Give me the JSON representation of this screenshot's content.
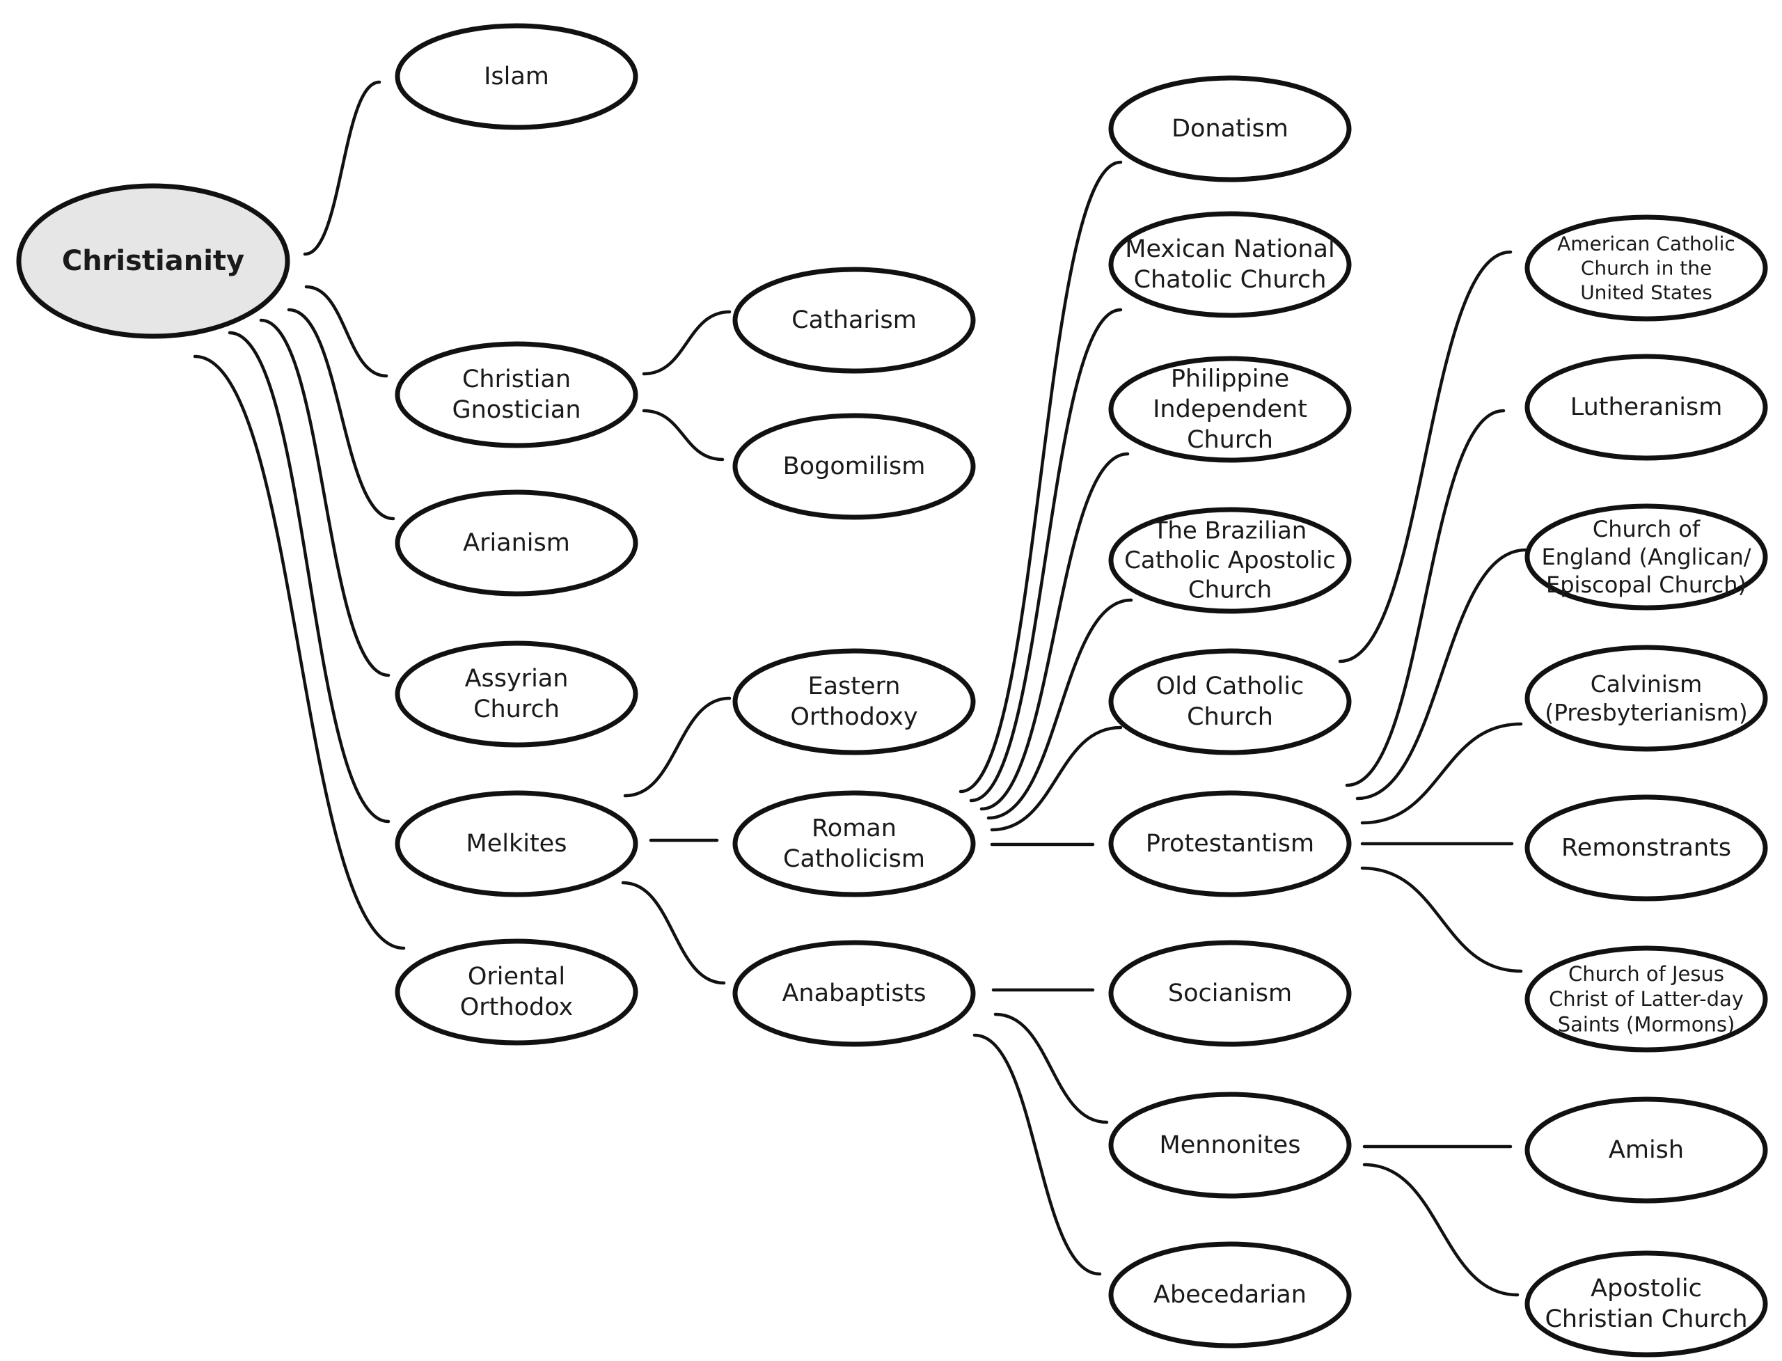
{
  "diagram": {
    "type": "mind-map",
    "root": "christianity",
    "nodes": [
      {
        "id": "christianity",
        "lines": [
          "Christianity"
        ],
        "root": true
      },
      {
        "id": "islam",
        "lines": [
          "Islam"
        ]
      },
      {
        "id": "christian-gnostician",
        "lines": [
          "Christian",
          "Gnostician"
        ]
      },
      {
        "id": "arianism",
        "lines": [
          "Arianism"
        ]
      },
      {
        "id": "assyrian-church",
        "lines": [
          "Assyrian",
          "Church"
        ]
      },
      {
        "id": "melkites",
        "lines": [
          "Melkites"
        ]
      },
      {
        "id": "oriental-orthodox",
        "lines": [
          "Oriental",
          "Orthodox"
        ]
      },
      {
        "id": "catharism",
        "lines": [
          "Catharism"
        ]
      },
      {
        "id": "bogomilism",
        "lines": [
          "Bogomilism"
        ]
      },
      {
        "id": "eastern-orthodoxy",
        "lines": [
          "Eastern",
          "Orthodoxy"
        ]
      },
      {
        "id": "roman-catholicism",
        "lines": [
          "Roman",
          "Catholicism"
        ]
      },
      {
        "id": "anabaptists",
        "lines": [
          "Anabaptists"
        ]
      },
      {
        "id": "donatism",
        "lines": [
          "Donatism"
        ]
      },
      {
        "id": "mexican-national-catholic-church",
        "lines": [
          "Mexican National",
          "Chatolic Church"
        ]
      },
      {
        "id": "philippine-independent-church",
        "lines": [
          "Philippine",
          "Independent",
          "Church"
        ]
      },
      {
        "id": "brazilian-catholic-apostolic-church",
        "lines": [
          "The Brazilian",
          "Catholic Apostolic",
          "Church"
        ]
      },
      {
        "id": "old-catholic-church",
        "lines": [
          "Old Catholic",
          "Church"
        ]
      },
      {
        "id": "protestantism",
        "lines": [
          "Protestantism"
        ]
      },
      {
        "id": "socianism",
        "lines": [
          "Socianism"
        ]
      },
      {
        "id": "mennonites",
        "lines": [
          "Mennonites"
        ]
      },
      {
        "id": "abecedarian",
        "lines": [
          "Abecedarian"
        ]
      },
      {
        "id": "american-catholic-church",
        "lines": [
          "American Catholic",
          "Church in the",
          "United States"
        ]
      },
      {
        "id": "lutheranism",
        "lines": [
          "Lutheranism"
        ]
      },
      {
        "id": "church-of-england",
        "lines": [
          "Church of",
          "England (Anglican/",
          "Episcopal Church)"
        ]
      },
      {
        "id": "calvinism",
        "lines": [
          "Calvinism",
          "(Presbyterianism)"
        ]
      },
      {
        "id": "remonstrants",
        "lines": [
          "Remonstrants"
        ]
      },
      {
        "id": "mormons",
        "lines": [
          "Church of Jesus",
          "Christ of Latter-day",
          "Saints (Mormons)"
        ]
      },
      {
        "id": "amish",
        "lines": [
          "Amish"
        ]
      },
      {
        "id": "apostolic-christian-church",
        "lines": [
          "Apostolic",
          "Christian Church"
        ]
      }
    ],
    "edges": [
      {
        "from": "christianity",
        "to": "islam"
      },
      {
        "from": "christianity",
        "to": "christian-gnostician"
      },
      {
        "from": "christianity",
        "to": "arianism"
      },
      {
        "from": "christianity",
        "to": "assyrian-church"
      },
      {
        "from": "christianity",
        "to": "melkites"
      },
      {
        "from": "christianity",
        "to": "oriental-orthodox"
      },
      {
        "from": "christian-gnostician",
        "to": "catharism"
      },
      {
        "from": "christian-gnostician",
        "to": "bogomilism"
      },
      {
        "from": "melkites",
        "to": "eastern-orthodoxy"
      },
      {
        "from": "melkites",
        "to": "roman-catholicism"
      },
      {
        "from": "melkites",
        "to": "anabaptists"
      },
      {
        "from": "roman-catholicism",
        "to": "donatism"
      },
      {
        "from": "roman-catholicism",
        "to": "mexican-national-catholic-church"
      },
      {
        "from": "roman-catholicism",
        "to": "philippine-independent-church"
      },
      {
        "from": "roman-catholicism",
        "to": "brazilian-catholic-apostolic-church"
      },
      {
        "from": "roman-catholicism",
        "to": "old-catholic-church"
      },
      {
        "from": "roman-catholicism",
        "to": "protestantism"
      },
      {
        "from": "old-catholic-church",
        "to": "american-catholic-church"
      },
      {
        "from": "protestantism",
        "to": "lutheranism"
      },
      {
        "from": "protestantism",
        "to": "church-of-england"
      },
      {
        "from": "protestantism",
        "to": "calvinism"
      },
      {
        "from": "protestantism",
        "to": "remonstrants"
      },
      {
        "from": "protestantism",
        "to": "mormons"
      },
      {
        "from": "anabaptists",
        "to": "socianism"
      },
      {
        "from": "anabaptists",
        "to": "mennonites"
      },
      {
        "from": "anabaptists",
        "to": "abecedarian"
      },
      {
        "from": "mennonites",
        "to": "amish"
      },
      {
        "from": "mennonites",
        "to": "apostolic-christian-church"
      }
    ]
  }
}
